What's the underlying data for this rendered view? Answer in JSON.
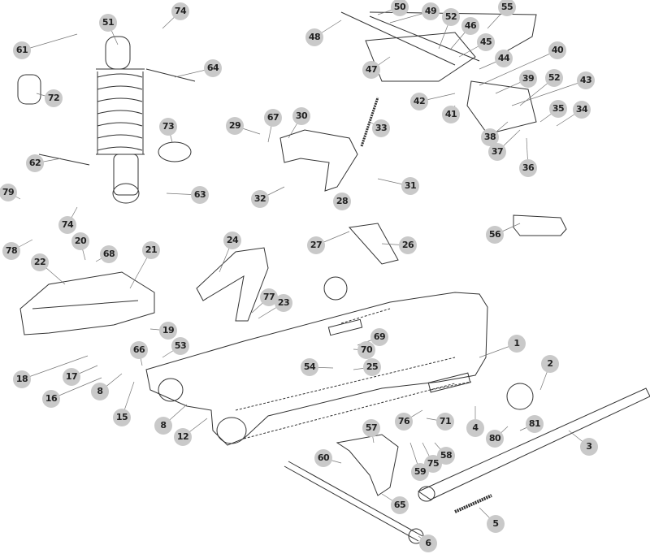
{
  "diagram": {
    "type": "exploded parts diagram",
    "callout_color": "#c9c9c9",
    "line_color": "#333333",
    "callouts": [
      "74",
      "51",
      "61",
      "64",
      "72",
      "73",
      "62",
      "63",
      "79",
      "74",
      "78",
      "20",
      "68",
      "21",
      "22",
      "24",
      "77",
      "23",
      "19",
      "53",
      "66",
      "18",
      "17",
      "16",
      "8",
      "15",
      "8",
      "12",
      "50",
      "49",
      "55",
      "52",
      "48",
      "46",
      "45",
      "47",
      "44",
      "40",
      "39",
      "52",
      "43",
      "42",
      "41",
      "35",
      "34",
      "38",
      "37",
      "36",
      "67",
      "30",
      "29",
      "33",
      "31",
      "28",
      "32",
      "56",
      "27",
      "26",
      "1",
      "2",
      "69",
      "70",
      "54",
      "25",
      "76",
      "71",
      "4",
      "80",
      "81",
      "3",
      "57",
      "58",
      "59",
      "75",
      "60",
      "65",
      "5",
      "6"
    ]
  }
}
